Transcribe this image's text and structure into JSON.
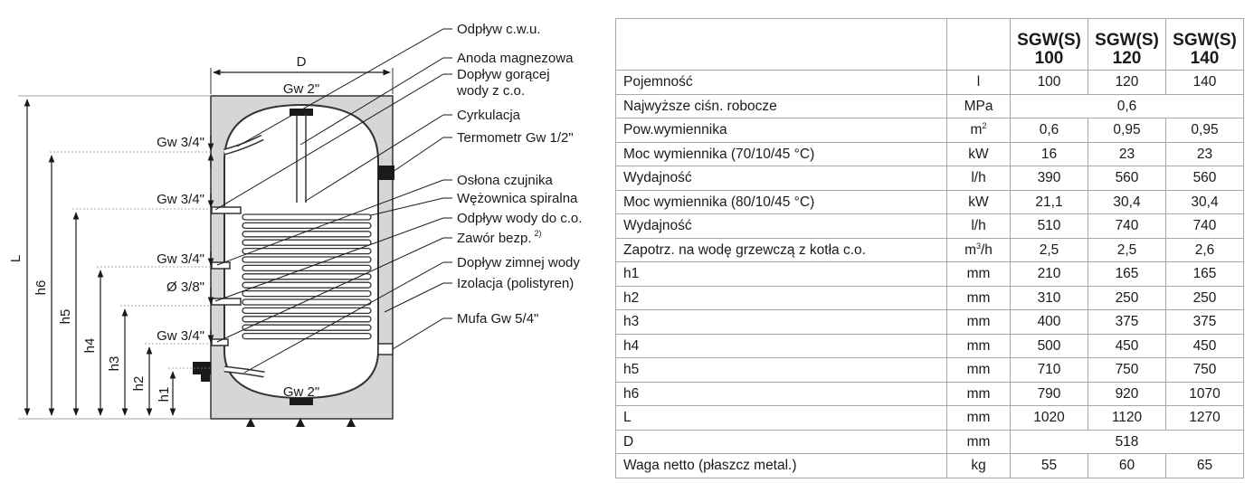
{
  "diagram": {
    "dim_D": "D",
    "dim_L": "L",
    "dim_h6": "h6",
    "dim_h5": "h5",
    "dim_h4": "h4",
    "dim_h3": "h3",
    "dim_h2": "h2",
    "dim_h1": "h1",
    "top_port": "Gw 2\"",
    "bottom_port": "Gw 2\"",
    "left_ports": [
      "Gw 3/4\"",
      "Gw 3/4\"",
      "Gw 3/4\"",
      "Ø 3/8\"",
      "Gw 3/4\""
    ],
    "callouts": [
      "Odpływ c.w.u.",
      "Anoda magnezowa",
      "Dopływ gorącej",
      "wody z c.o.",
      "Cyrkulacja",
      "Termometr Gw 1/2\"",
      "Osłona czujnika",
      "Wężownica spiralna",
      "Odpływ wody do c.o.",
      "Zawór bezp.",
      "2)",
      "Dopływ zimnej wody",
      "Izolacja (polistyren)",
      "Mufa Gw 5/4\""
    ]
  },
  "table": {
    "headers": [
      "SGW(S)",
      "100",
      "SGW(S)",
      "120",
      "SGW(S)",
      "140"
    ],
    "rows": [
      {
        "label": "Pojemność",
        "unit": "l",
        "values": [
          "100",
          "120",
          "140"
        ]
      },
      {
        "label": "Najwyższe ciśn. robocze",
        "unit": "MPa",
        "values": [
          "0,6"
        ]
      },
      {
        "label": "Pow.wymiennika",
        "unit": "m",
        "unit_sup": "2",
        "values": [
          "0,6",
          "0,95",
          "0,95"
        ]
      },
      {
        "label": "Moc wymiennika (70/10/45 °C)",
        "unit": "kW",
        "values": [
          "16",
          "23",
          "23"
        ]
      },
      {
        "label": "Wydajność",
        "unit": "l/h",
        "values": [
          "390",
          "560",
          "560"
        ]
      },
      {
        "label": "Moc wymiennika (80/10/45 °C)",
        "unit": "kW",
        "values": [
          "21,1",
          "30,4",
          "30,4"
        ]
      },
      {
        "label": "Wydajność",
        "unit": "l/h",
        "values": [
          "510",
          "740",
          "740"
        ]
      },
      {
        "label": "Zapotrz. na wodę grzewczą z kotła c.o.",
        "unit": "m",
        "unit_sup": "3",
        "unit_tail": "/h",
        "values": [
          "2,5",
          "2,5",
          "2,6"
        ]
      },
      {
        "label": "h1",
        "unit": "mm",
        "values": [
          "210",
          "165",
          "165"
        ]
      },
      {
        "label": "h2",
        "unit": "mm",
        "values": [
          "310",
          "250",
          "250"
        ]
      },
      {
        "label": "h3",
        "unit": "mm",
        "values": [
          "400",
          "375",
          "375"
        ]
      },
      {
        "label": "h4",
        "unit": "mm",
        "values": [
          "500",
          "450",
          "450"
        ]
      },
      {
        "label": "h5",
        "unit": "mm",
        "values": [
          "710",
          "750",
          "750"
        ]
      },
      {
        "label": "h6",
        "unit": "mm",
        "values": [
          "790",
          "920",
          "1070"
        ]
      },
      {
        "label": "L",
        "unit": "mm",
        "values": [
          "1020",
          "1120",
          "1270"
        ]
      },
      {
        "label": "D",
        "unit": "mm",
        "values": [
          "518"
        ]
      },
      {
        "label": "Waga netto (płaszcz metal.)",
        "unit": "kg",
        "values": [
          "55",
          "60",
          "65"
        ]
      }
    ]
  }
}
